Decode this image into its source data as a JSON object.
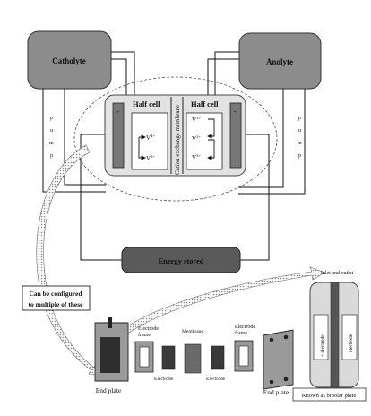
{
  "tanks": {
    "left_label": "Catholyte",
    "right_label": "Anolyte"
  },
  "pumps": {
    "left_letters": [
      "p",
      "u",
      "m",
      "p"
    ],
    "right_letters": [
      "p",
      "u",
      "m",
      "p"
    ]
  },
  "cell": {
    "left_title": "Half cell",
    "right_title": "Half cell",
    "membrane_label": "Cation exchange membrane",
    "left_electrode_sign": "+",
    "right_electrode_sign": "-",
    "left_species_top": "V",
    "left_species_top_sup": "4+",
    "left_species_bottom": "V",
    "left_species_bottom_sup": "5+",
    "right_species_top": "V",
    "right_species_top_sup": "3+",
    "right_species_mid": "V",
    "right_species_mid_sup": "2+",
    "right_species_bottom": "V",
    "right_species_bottom_sup": "3+"
  },
  "energy": {
    "label": "Energy stored"
  },
  "callout": {
    "line1": "Can be configured",
    "line2": "to multiple of these"
  },
  "stack": {
    "end_plate_left": "End plate",
    "end_plate_right": "End plate",
    "frame_left_line1": "Electrode",
    "frame_left_line2": "frame",
    "electrode_left": "Electrode",
    "membrane": "Membrane",
    "electrode_right": "Electrode",
    "frame_right_line1": "Electrode",
    "frame_right_line2": "frame"
  },
  "bipolar": {
    "top_label": "Inlet and outlet",
    "left_electrode": "+ electrode",
    "right_electrode": "electrode",
    "caption": "Known as bipolar plate"
  },
  "colors": {
    "tank_fill": "#8c8c8c",
    "cell_fill": "#e2e2e2",
    "energy_fill": "#5a5a5a",
    "plate_fill": "#9a9a9a",
    "line": "#111111"
  }
}
